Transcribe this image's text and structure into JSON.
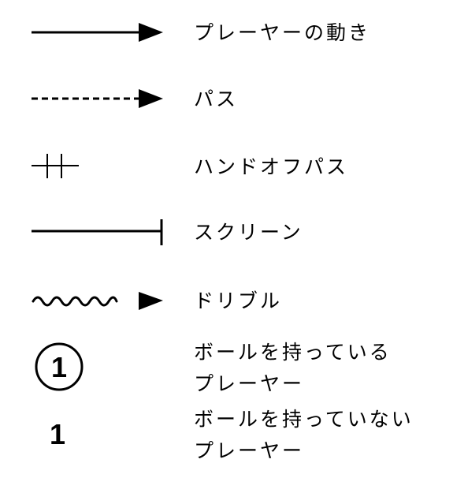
{
  "legend": {
    "player_movement": "プレーヤーの動き",
    "pass": "パス",
    "handoff_pass": "ハンドオフパス",
    "screen": "スクリーン",
    "dribble": "ドリブル",
    "ball_holder": [
      "ボールを持っている",
      "プレーヤー"
    ],
    "off_ball": [
      "ボールを持っていない",
      "プレーヤー"
    ],
    "ball_holder_number": "1",
    "off_ball_number": "1"
  },
  "colors": {
    "ink": "#000000",
    "background": "#ffffff"
  }
}
